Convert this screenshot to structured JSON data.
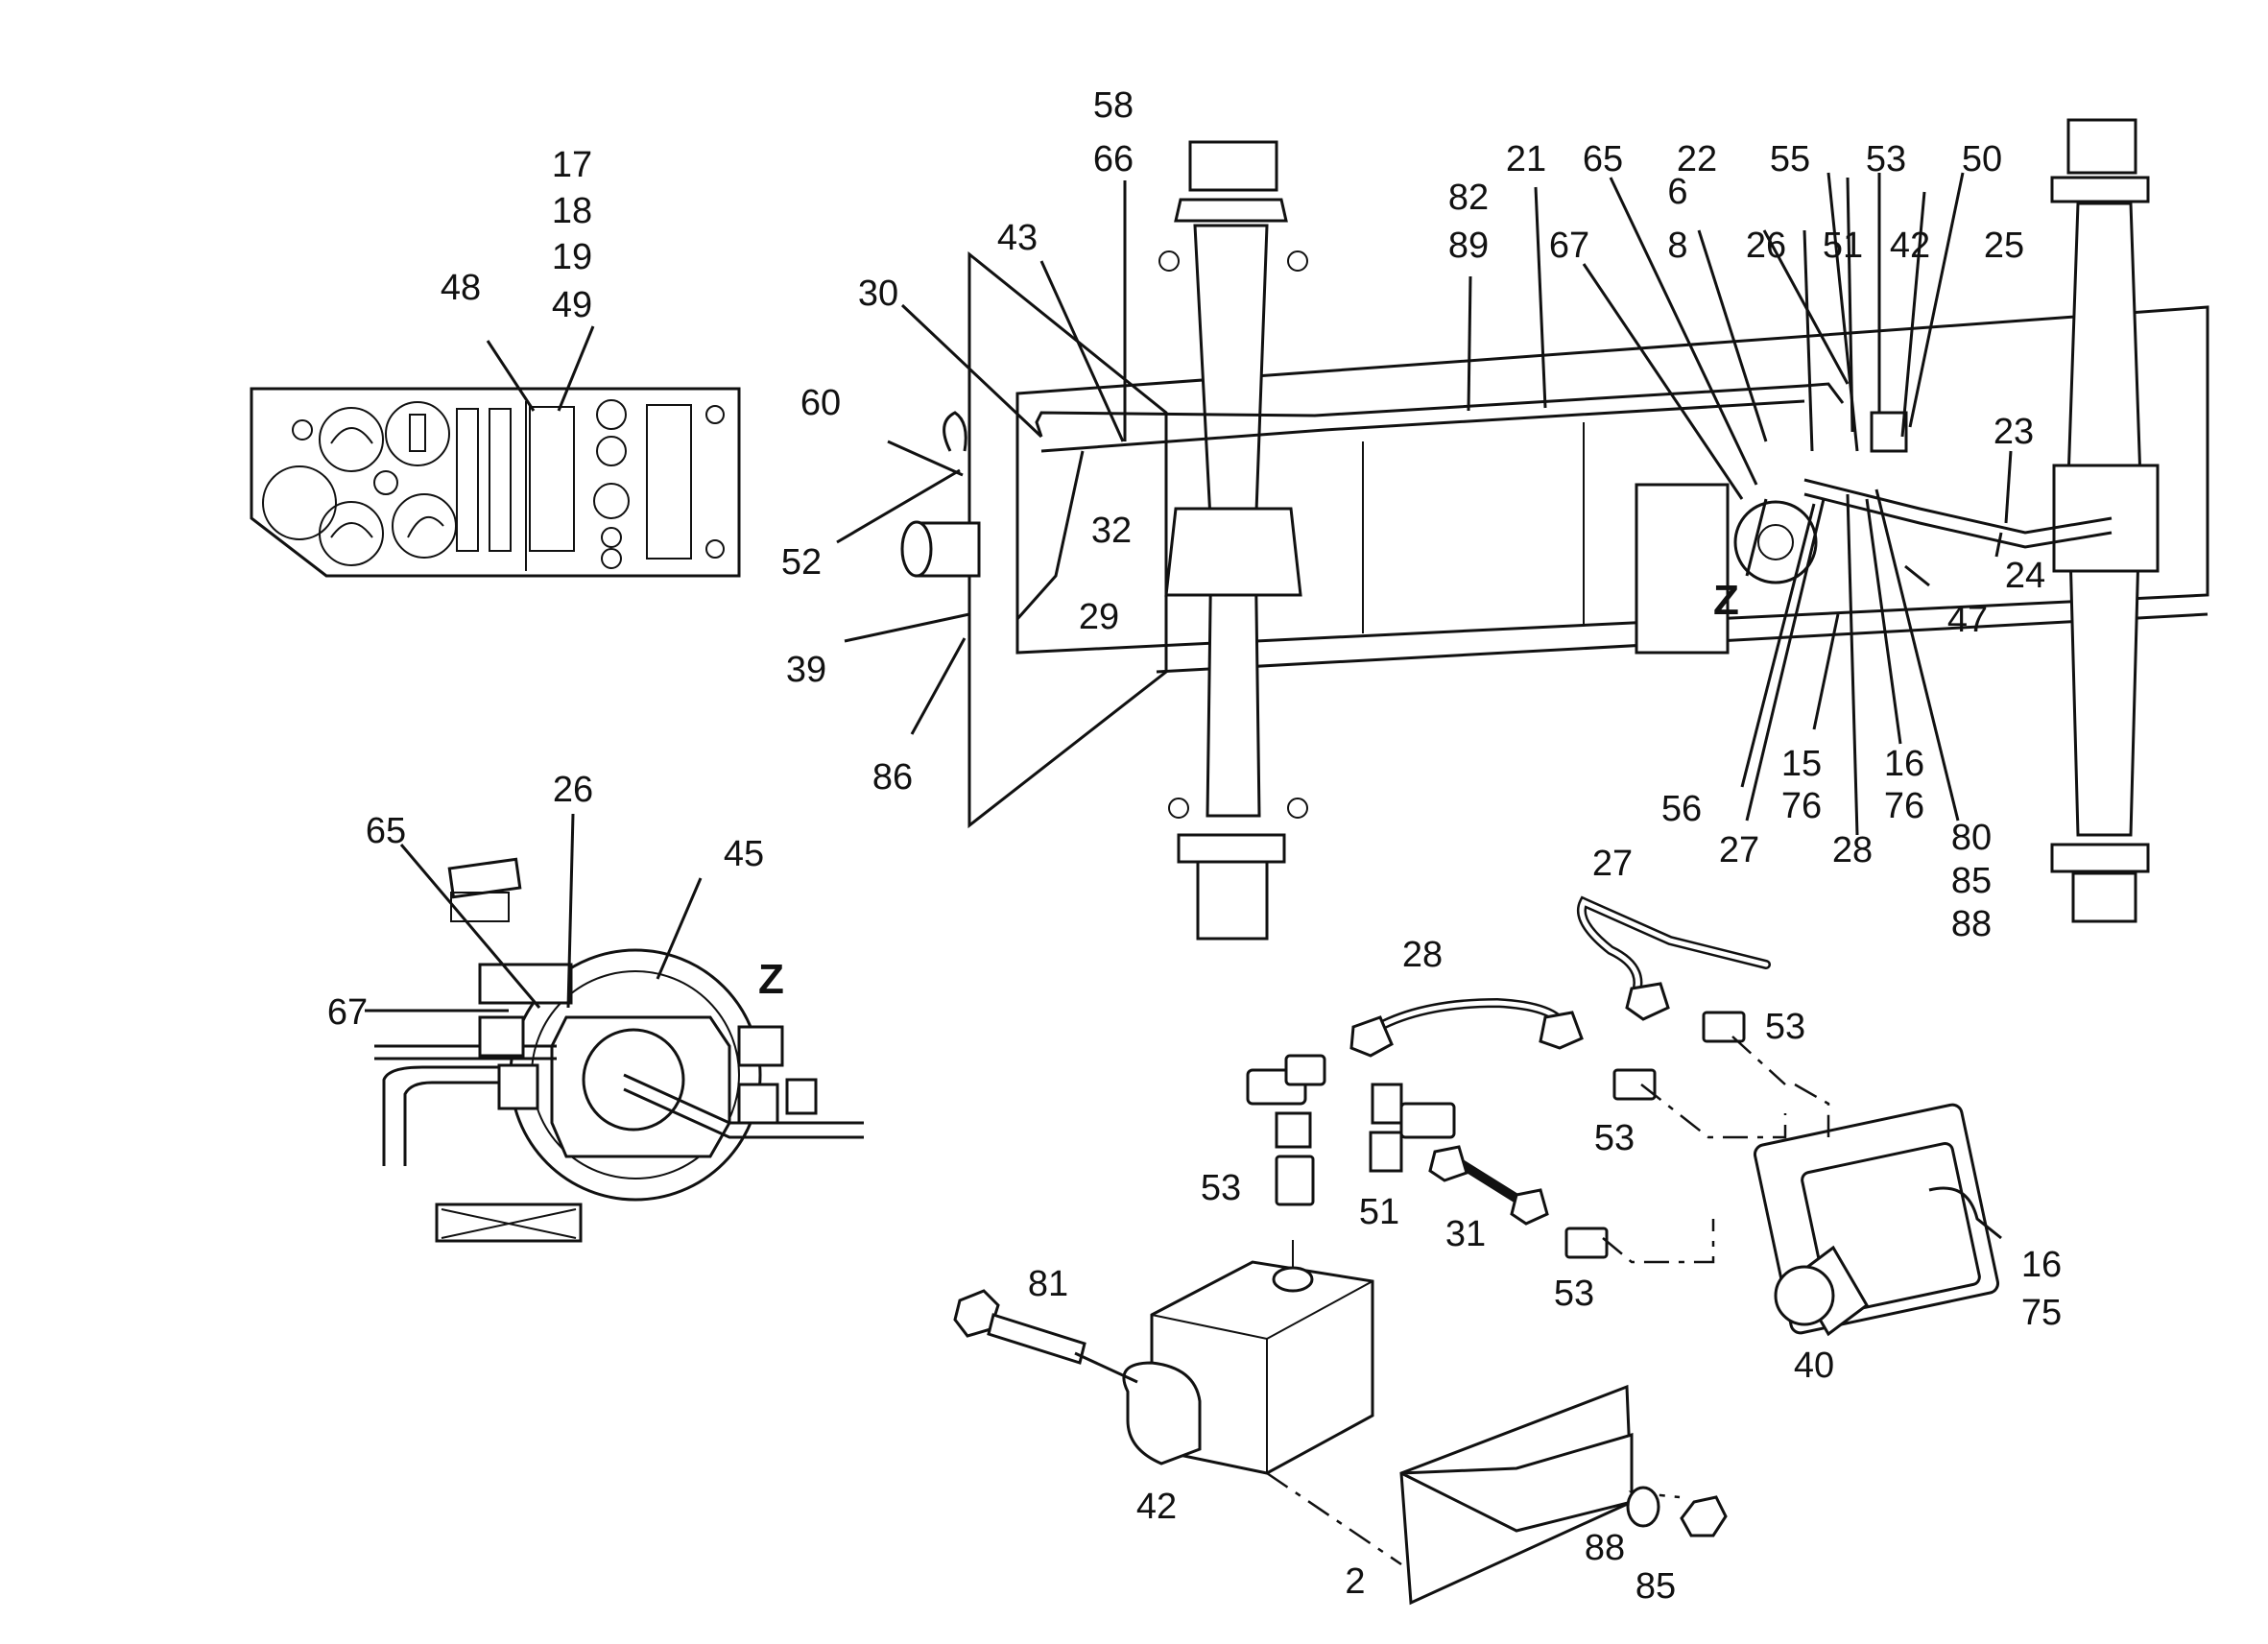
{
  "views": {
    "dashboard": {
      "callouts": [
        "17",
        "18",
        "19",
        "49",
        "48"
      ]
    },
    "chassis": {
      "callouts": [
        "58",
        "66",
        "43",
        "30",
        "60",
        "52",
        "32",
        "29",
        "39",
        "86",
        "82",
        "89",
        "21",
        "65",
        "6",
        "8",
        "22",
        "55",
        "26",
        "51",
        "53",
        "42",
        "50",
        "25",
        "67",
        "23",
        "24",
        "47",
        "56",
        "27",
        "28",
        "15",
        "76",
        "16",
        "76",
        "80",
        "85",
        "88"
      ]
    },
    "detail_z": {
      "marker": "Z",
      "callouts": [
        "26",
        "65",
        "45",
        "67"
      ]
    },
    "chassis_marker": "Z",
    "exploded": {
      "callouts": [
        "27",
        "28",
        "53",
        "53",
        "53",
        "51",
        "31",
        "53",
        "81",
        "42",
        "40",
        "16",
        "75",
        "2",
        "88",
        "85"
      ]
    }
  }
}
